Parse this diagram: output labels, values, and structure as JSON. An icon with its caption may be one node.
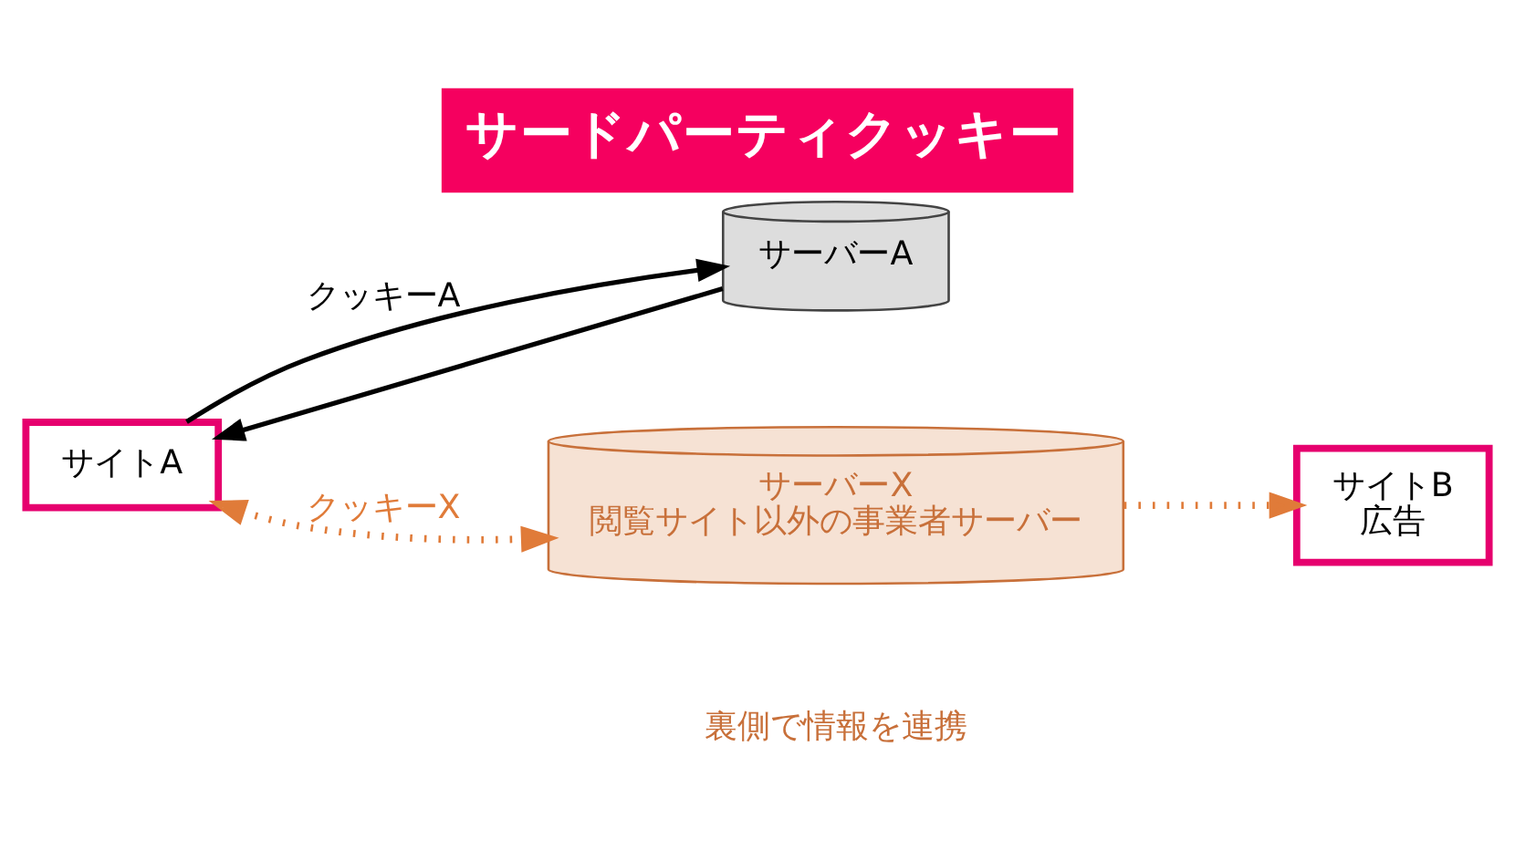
{
  "diagram": {
    "title": "サードパーティクッキー",
    "nodes": [
      {
        "text": [
          "サイトA"
        ]
      },
      {
        "text": [
          "サーバーA"
        ]
      },
      {
        "text": [
          "サーバーX",
          "閲覧サイト以外の事業者サーバー"
        ]
      },
      {
        "text": [
          "サイトB",
          "広告"
        ]
      }
    ],
    "edges": [
      {
        "from": 0,
        "to": 1,
        "arrow": "to",
        "label": "クッキーA"
      },
      {
        "from": 1,
        "to": 0,
        "arrow": "to"
      },
      {
        "from": 0,
        "to": 2,
        "arrow": "both",
        "style": "dashed",
        "color": "#e07b39",
        "label": "クッキーX"
      },
      {
        "from": 2,
        "to": 3,
        "arrow": "to",
        "style": "dashed",
        "color": "#e07b39"
      }
    ],
    "labels": [
      "裏側で情報を連携"
    ]
  }
}
